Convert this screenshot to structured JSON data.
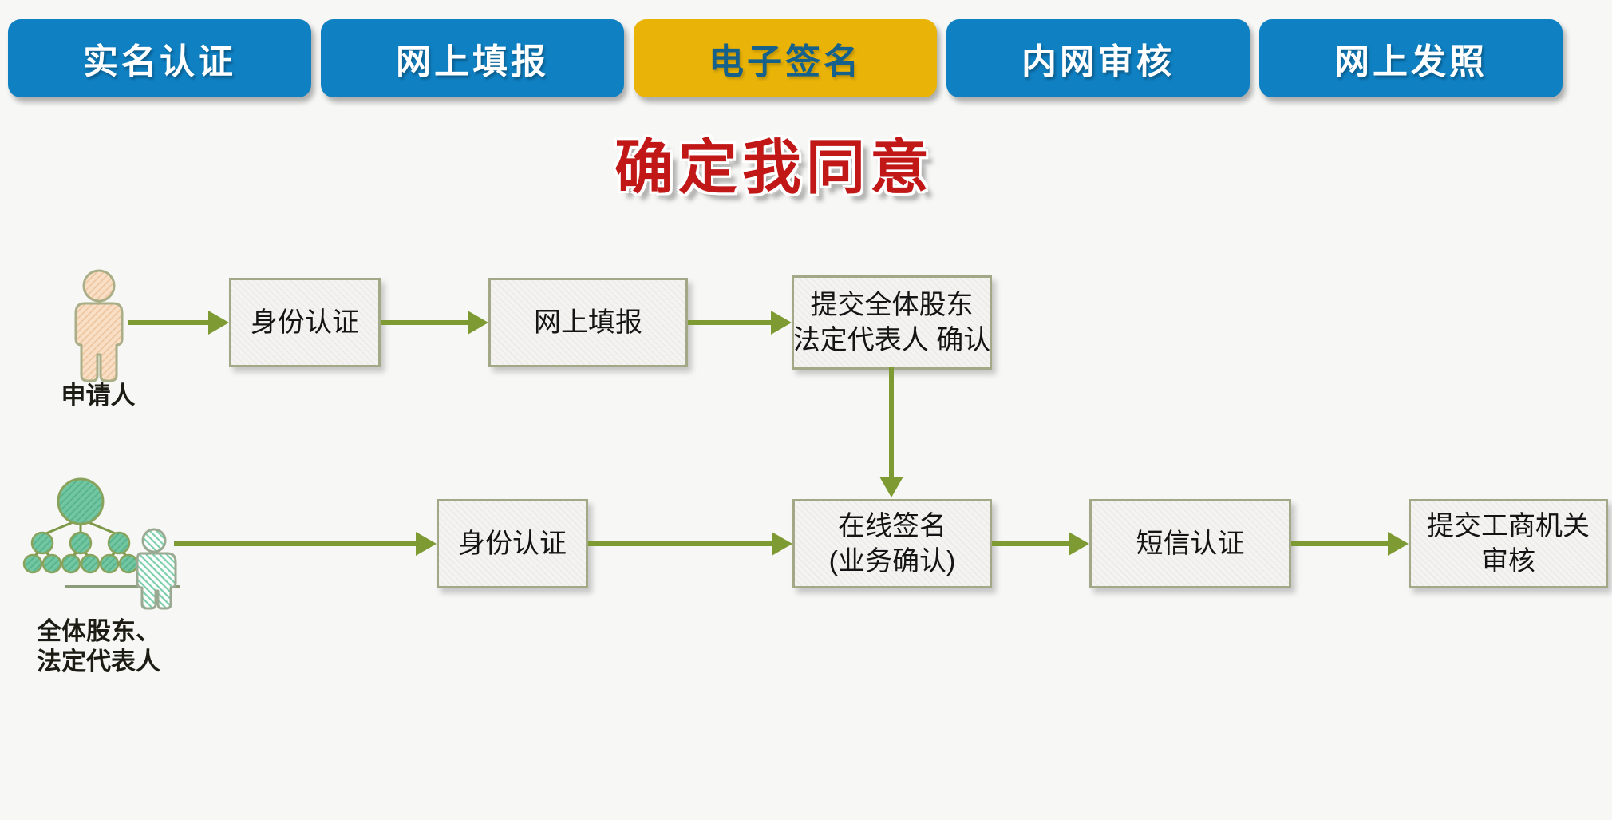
{
  "tabs": [
    {
      "label": "实名认证",
      "active": false
    },
    {
      "label": "网上填报",
      "active": false
    },
    {
      "label": "电子签名",
      "active": true
    },
    {
      "label": "内网审核",
      "active": false
    },
    {
      "label": "网上发照",
      "active": false
    }
  ],
  "headline": "确定我同意",
  "flow": {
    "row1": {
      "actor": {
        "label": "申请人",
        "icon": "applicant-person-icon"
      },
      "steps": [
        {
          "label": "身份认证"
        },
        {
          "label": "网上填报"
        },
        {
          "line1": "提交全体股东",
          "line2": "法定代表人 确认"
        }
      ]
    },
    "row2": {
      "actor": {
        "label_line1": "全体股东、",
        "label_line2": "法定代表人",
        "icon": "shareholders-org-icon"
      },
      "steps": [
        {
          "label": "身份认证"
        },
        {
          "line1": "在线签名",
          "line2": "(业务确认)"
        },
        {
          "label": "短信认证"
        },
        {
          "line1": "提交工商机关",
          "line2": "审核"
        }
      ]
    }
  },
  "colors": {
    "tab_blue": "#0f81c3",
    "tab_active_yellow": "#e9b308",
    "tab_active_text": "#15618c",
    "tab_text": "#ffffff",
    "headline_red": "#c11717",
    "arrow_green": "#7d9b32",
    "box_border_olive": "#a3a887",
    "box_fill": "#f4f3f1",
    "applicant_peach": "#f9dfc6",
    "shareholder_green": "#72c6a2",
    "background": "#f7f7f6"
  }
}
